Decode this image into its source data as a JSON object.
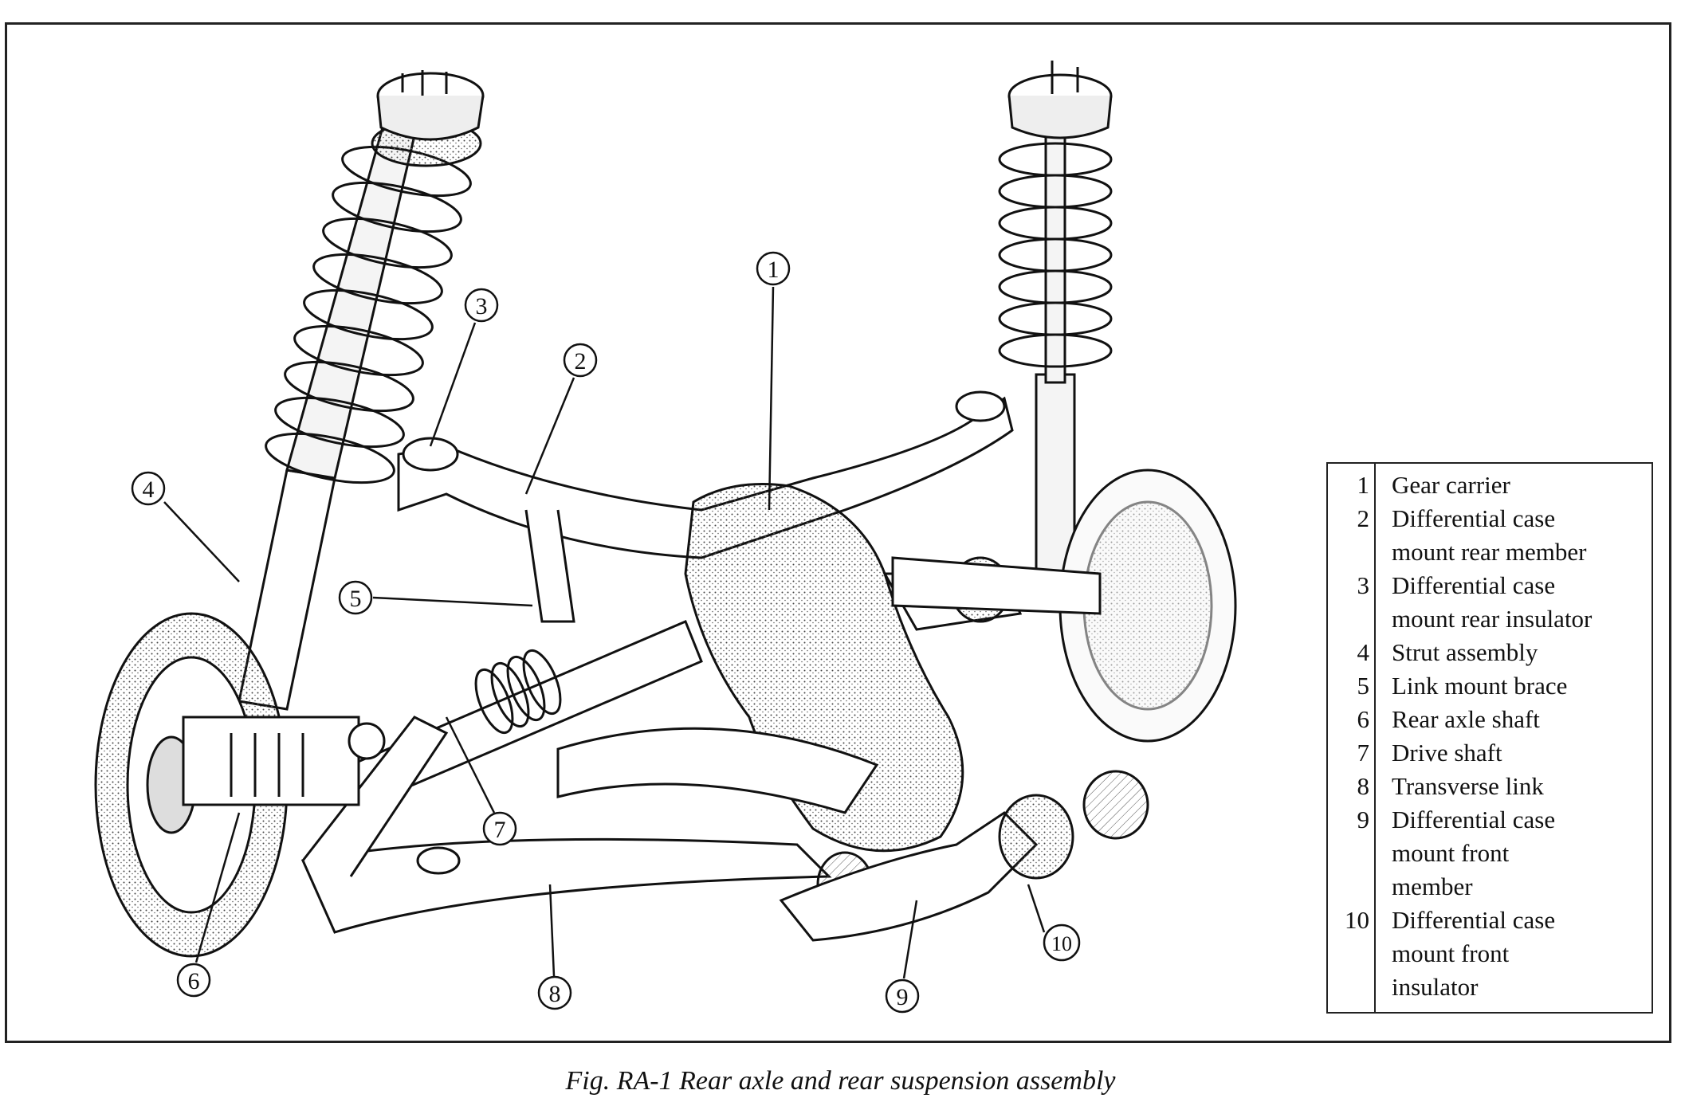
{
  "legend": {
    "items": [
      {
        "num": "1",
        "lines": [
          "Gear carrier"
        ]
      },
      {
        "num": "2",
        "lines": [
          "Differential case",
          "mount rear member"
        ]
      },
      {
        "num": "3",
        "lines": [
          "Differential case",
          "mount rear insulator"
        ]
      },
      {
        "num": "4",
        "lines": [
          "Strut assembly"
        ]
      },
      {
        "num": "5",
        "lines": [
          "Link mount brace"
        ]
      },
      {
        "num": "6",
        "lines": [
          "Rear axle shaft"
        ]
      },
      {
        "num": "7",
        "lines": [
          "Drive shaft"
        ]
      },
      {
        "num": "8",
        "lines": [
          "Transverse link"
        ]
      },
      {
        "num": "9",
        "lines": [
          "Differential case",
          "mount front",
          "member"
        ]
      },
      {
        "num": "10",
        "lines": [
          "Differential case",
          "mount front",
          "insulator"
        ]
      }
    ]
  },
  "callouts": [
    "1",
    "2",
    "3",
    "4",
    "5",
    "6",
    "7",
    "8",
    "9",
    "10"
  ],
  "caption": "Fig. RA-1  Rear axle and rear suspension assembly",
  "colors": {
    "ink": "#111111",
    "paper": "#ffffff",
    "stipple": "#555555"
  }
}
